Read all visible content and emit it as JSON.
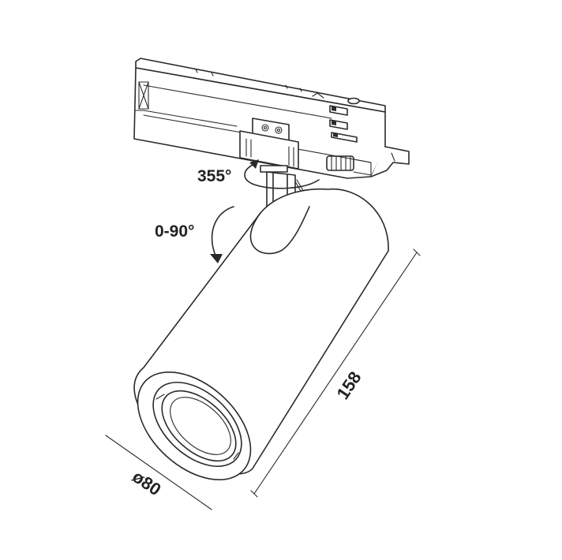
{
  "diagram": {
    "subject": "track spotlight",
    "labels": {
      "rotation_horizontal": "355°",
      "rotation_vertical": "0-90°",
      "length_dimension": "158",
      "diameter_dimension": "ø80"
    }
  }
}
